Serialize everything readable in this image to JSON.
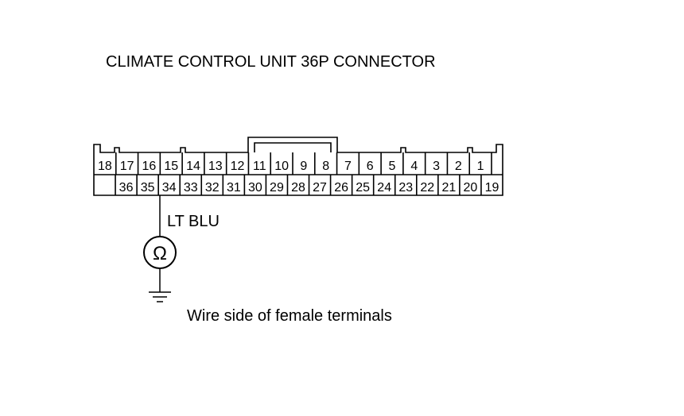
{
  "title": "CLIMATE CONTROL UNIT 36P CONNECTOR",
  "connector": {
    "top_row": [
      "18",
      "17",
      "16",
      "15",
      "14",
      "13",
      "12",
      "11",
      "10",
      "9",
      "8",
      "7",
      "6",
      "5",
      "4",
      "3",
      "2",
      "1"
    ],
    "bottom_row": [
      "",
      "36",
      "35",
      "34",
      "33",
      "32",
      "31",
      "30",
      "29",
      "28",
      "27",
      "26",
      "25",
      "24",
      "23",
      "22",
      "21",
      "20",
      "19"
    ]
  },
  "probe": {
    "terminal": "34",
    "wire_color": "LT BLU",
    "meter_symbol": "Ω",
    "meter_icon": "ohmmeter-icon",
    "ground_icon": "ground-icon"
  },
  "caption": "Wire side of female terminals"
}
